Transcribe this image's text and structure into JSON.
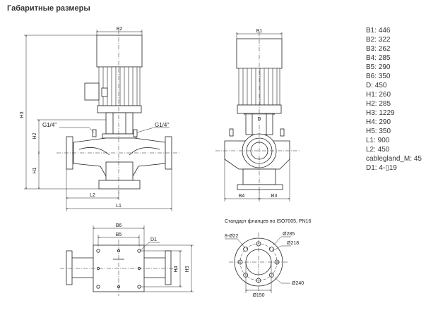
{
  "heading": "Габаритные размеры",
  "side_view": {
    "dim_b2": "B2",
    "dim_h3": "H3",
    "dim_h2": "H2",
    "dim_h1": "H1",
    "dim_l2": "L2",
    "dim_l1": "L1",
    "port_left": "G1/4\"",
    "port_right": "G1/4\""
  },
  "front_view": {
    "dim_b1": "B1",
    "dim_d": "D",
    "dim_b4": "B4",
    "dim_b3": "B3"
  },
  "top_view": {
    "dim_b6": "B6",
    "dim_b5": "B5",
    "dim_d1": "D1",
    "dim_h4": "H4",
    "dim_h5": "H5"
  },
  "flange": {
    "caption": "Стандарт фланцев по ISO7005, PN16",
    "holes": "8-Ø22",
    "d285": "Ø285",
    "d218": "Ø218",
    "d150": "Ø150",
    "d240": "Ø240"
  },
  "dimensions": [
    "B1: 446",
    "B2: 322",
    "B3: 262",
    "B4: 285",
    "B5: 290",
    "B6: 350",
    "D: 450",
    "H1: 260",
    "H2: 285",
    "H3: 1229",
    "H4: 290",
    "H5: 350",
    "L1: 900",
    "L2: 450",
    "cablegland_M: 45",
    "D1: 4-▯19"
  ]
}
